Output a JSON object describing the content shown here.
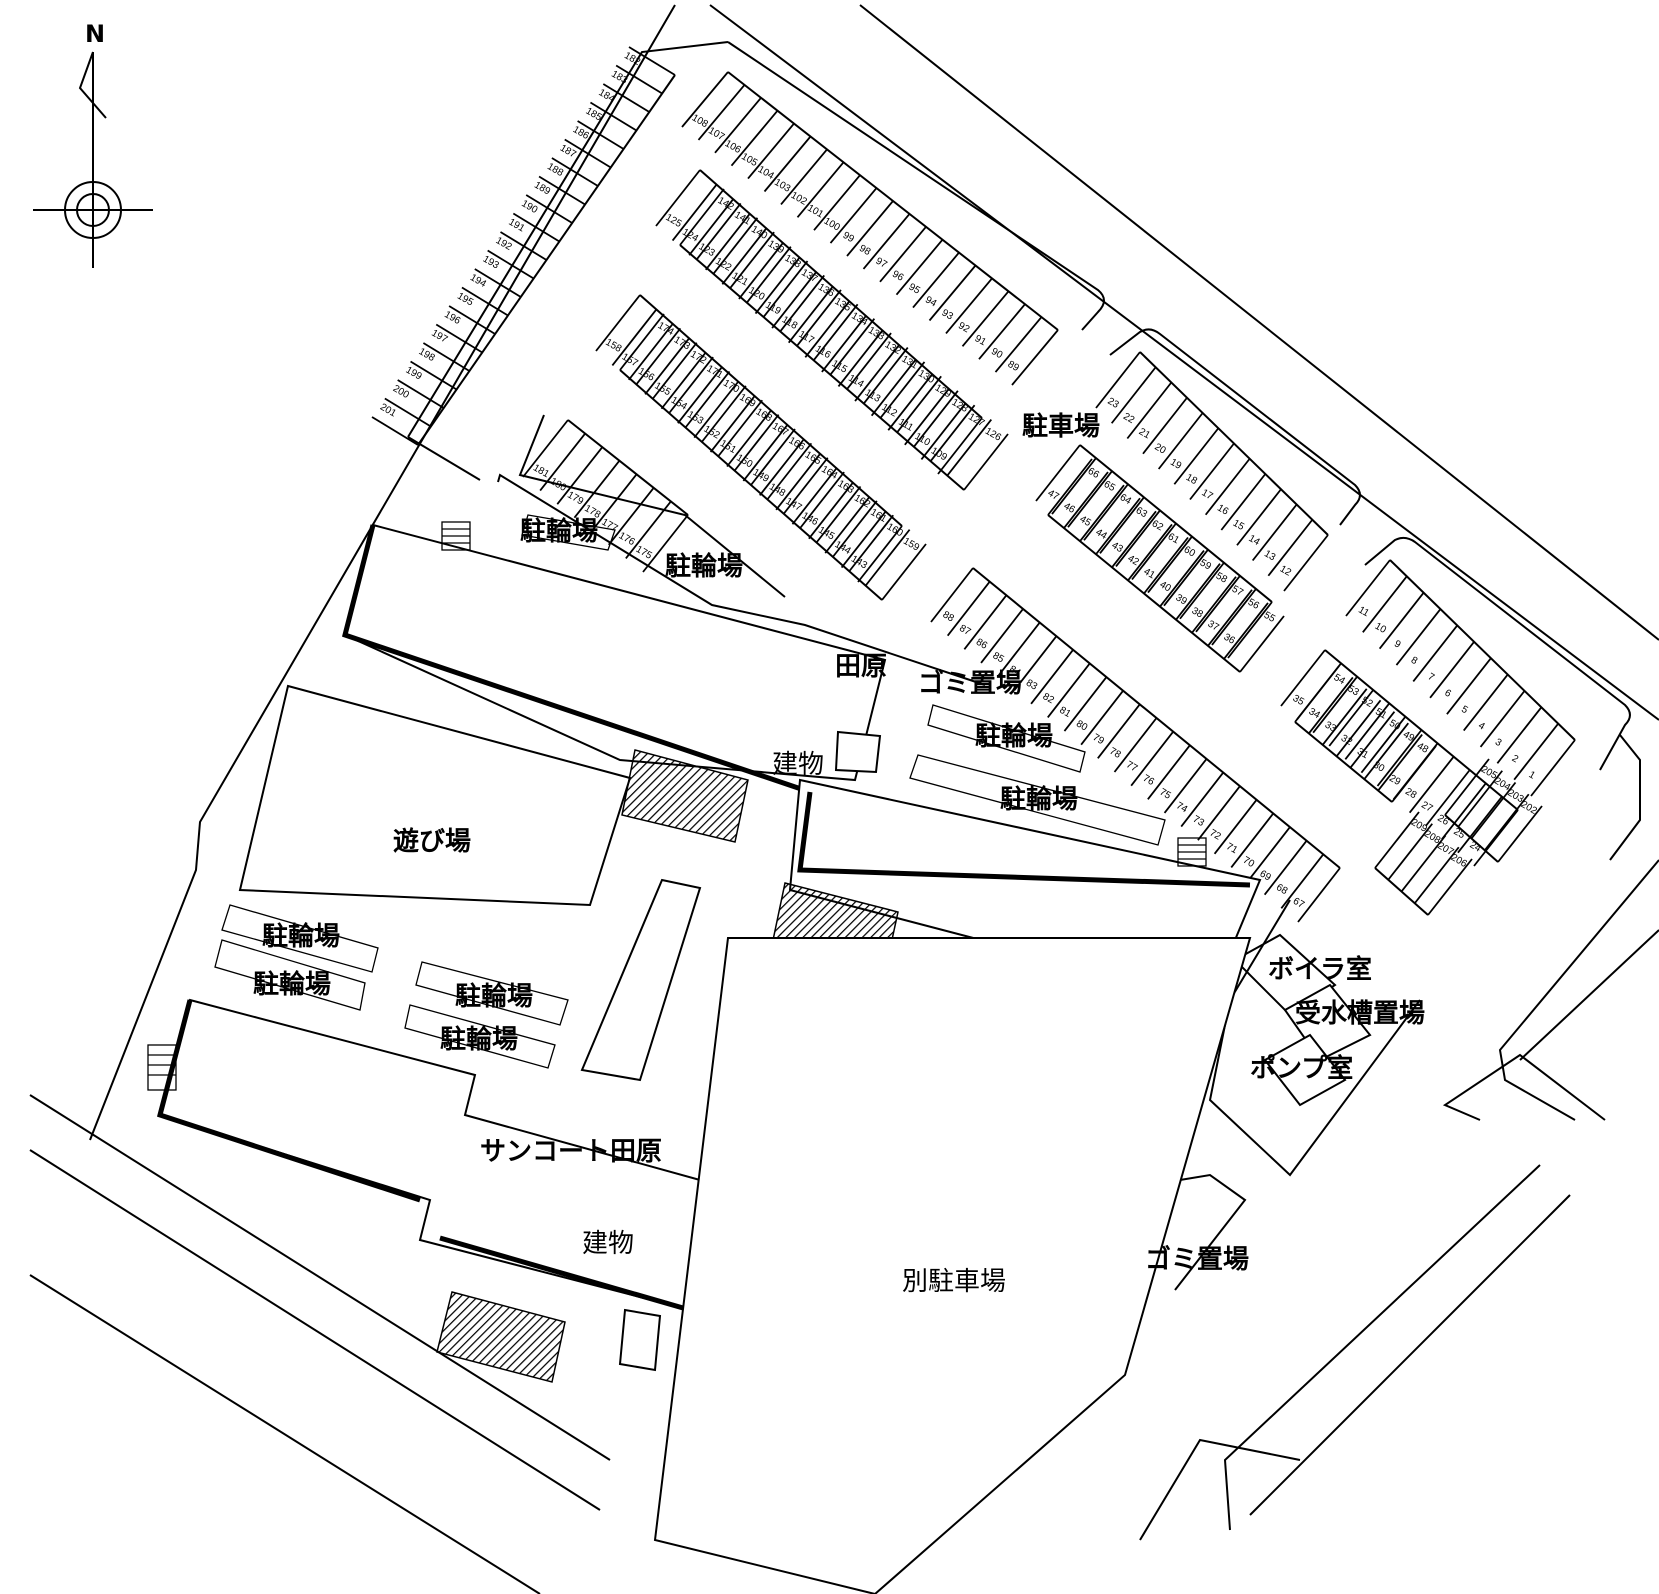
{
  "north_label": "N",
  "labels": {
    "parking": "駐車場",
    "bike_1": "駐輪場",
    "bike_2": "駐輪場",
    "bike_3": "駐輪場",
    "bike_4": "駐輪場",
    "bike_5": "駐輪場",
    "bike_6": "駐輪場",
    "bike_7": "駐輪場",
    "bike_8": "駐輪場",
    "garbage_1": "ゴミ置場",
    "garbage_2": "ゴミ置場",
    "playground": "遊び場",
    "building_1": "建物",
    "building_2": "建物",
    "tahara_partial": "田原",
    "suncourt": "サンコート田原",
    "boiler": "ボイラ室",
    "water_tank": "受水槽置場",
    "pump": "ポンプ室",
    "separate_parking": "別駐車場"
  },
  "rows": {
    "r1": [
      "182",
      "183",
      "184",
      "185",
      "186",
      "187",
      "188",
      "189",
      "190",
      "191",
      "192",
      "193",
      "194",
      "195",
      "196",
      "197",
      "198",
      "199",
      "200",
      "201"
    ],
    "r2": [
      "108",
      "107",
      "106",
      "105",
      "104",
      "103",
      "102",
      "101",
      "100",
      "99",
      "98",
      "97",
      "96",
      "95",
      "94",
      "93",
      "92",
      "91",
      "90",
      "89"
    ],
    "r3": [
      "125",
      "124",
      "123",
      "122",
      "121",
      "120",
      "119",
      "118",
      "117",
      "116",
      "115",
      "114",
      "113",
      "112",
      "111",
      "110",
      "109"
    ],
    "r4": [
      "142",
      "141",
      "140",
      "139",
      "138",
      "137",
      "136",
      "135",
      "134",
      "133",
      "132",
      "131",
      "130",
      "129",
      "128",
      "127",
      "126"
    ],
    "r5": [
      "158",
      "157",
      "156",
      "155",
      "154",
      "153",
      "152",
      "151",
      "150",
      "149",
      "148",
      "147",
      "146",
      "145",
      "144",
      "143"
    ],
    "r6": [
      "174",
      "173",
      "172",
      "171",
      "170",
      "169",
      "168",
      "167",
      "166",
      "165",
      "164",
      "163",
      "162",
      "161",
      "160",
      "159"
    ],
    "r7": [
      "181",
      "180",
      "179",
      "178",
      "177",
      "176",
      "175"
    ],
    "r8": [
      "23",
      "22",
      "21",
      "20",
      "19",
      "18",
      "17",
      "16",
      "15",
      "14",
      "13",
      "12"
    ],
    "r9": [
      "47",
      "46",
      "45",
      "44",
      "43",
      "42",
      "41",
      "40",
      "39",
      "38",
      "37",
      "36"
    ],
    "r10": [
      "66",
      "65",
      "64",
      "63",
      "62",
      "61",
      "60",
      "59",
      "58",
      "57",
      "56",
      "55"
    ],
    "r11": [
      "88",
      "87",
      "86",
      "85",
      "84",
      "83",
      "82",
      "81",
      "80",
      "79",
      "78",
      "77",
      "76",
      "75",
      "74",
      "73",
      "72",
      "71",
      "70",
      "69",
      "68",
      "67"
    ],
    "r12": [
      "11",
      "10",
      "9",
      "8",
      "7",
      "6",
      "5",
      "4",
      "3",
      "2",
      "1"
    ],
    "r13": [
      "35",
      "34",
      "33",
      "32",
      "31",
      "30",
      "29",
      "28",
      "27",
      "26",
      "25",
      "24"
    ],
    "r14": [
      "54",
      "53",
      "52",
      "51",
      "50",
      "49",
      "48"
    ],
    "r15": [
      "205",
      "204",
      "203",
      "202"
    ],
    "r16": [
      "209",
      "208",
      "207",
      "206"
    ]
  }
}
